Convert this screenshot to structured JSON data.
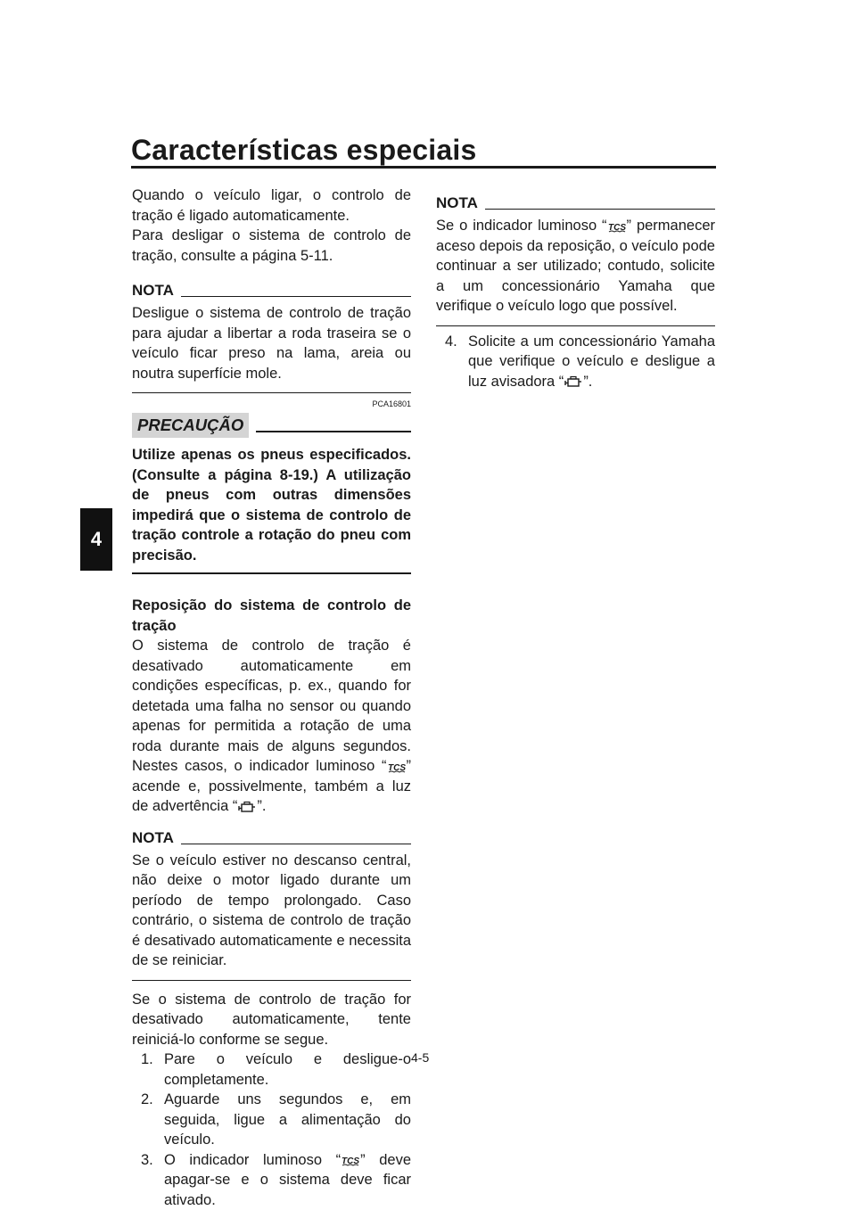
{
  "header": {
    "title": "Características especiais",
    "chapter_number": "4"
  },
  "left": {
    "intro": "Quando o veículo ligar, o controlo de tração é ligado automaticamente.",
    "intro2": "Para desligar o sistema de controlo de tração, consulte a página 5-11.",
    "note1": {
      "label": "NOTA",
      "text": "Desligue o sistema de controlo de tração para ajudar a libertar a roda traseira se o veículo ficar preso na lama, areia ou noutra superfície mole."
    },
    "caution": {
      "code": "PCA16801",
      "label": "PRECAUÇÃO",
      "text": "Utilize apenas os pneus especificados. (Consulte a página 8-19.) A utilização de pneus com outras dimensões impedirá que o sistema de controlo de tração controle a rotação do pneu com precisão."
    },
    "section": {
      "heading": "Reposição do sistema de controlo de tração",
      "body_part1": "O sistema de controlo de tração é desativado automaticamente em condições específicas, p. ex., quando for detetada uma falha no sensor ou quando apenas for permitida a rotação de uma roda durante mais de alguns segundos. Nestes casos, o indicador luminoso “",
      "body_part2": "” acende e, possivelmente, também a luz de advertência “",
      "body_part3": "”."
    },
    "note2": {
      "label": "NOTA",
      "text": "Se o veículo estiver no descanso central, não deixe o motor ligado durante um período de tempo prolongado. Caso contrário, o sistema de controlo de tração é desativado automaticamente e necessita de se reiniciar."
    },
    "restart_intro": "Se o sistema de controlo de tração for desativado automaticamente, tente reiniciá-lo conforme se segue.",
    "steps": [
      {
        "num": "1.",
        "text": "Pare o veículo e desligue-o completamente."
      },
      {
        "num": "2.",
        "text": "Aguarde uns segundos e, em seguida, ligue a alimentação do veículo."
      },
      {
        "num": "3.",
        "text_part1": "O indicador luminoso “",
        "text_part2": "” deve apagar-se e o sistema deve ficar ativado."
      }
    ]
  },
  "right": {
    "note3": {
      "label": "NOTA",
      "text_part1": "Se o indicador luminoso “",
      "text_part2": "” permanecer aceso depois da reposição, o veículo pode continuar a ser utilizado; contudo, solicite a um concessionário Yamaha que verifique o veículo logo que possível."
    },
    "step4": {
      "num": "4.",
      "text_part1": "Solicite a um concessionário Yamaha que verifique o veículo e desligue a luz avisadora “",
      "text_part2": "”."
    }
  },
  "icons": {
    "tcs": "tcs-indicator-icon",
    "engine": "engine-warning-icon"
  },
  "footer": {
    "page_number": "4-5"
  }
}
